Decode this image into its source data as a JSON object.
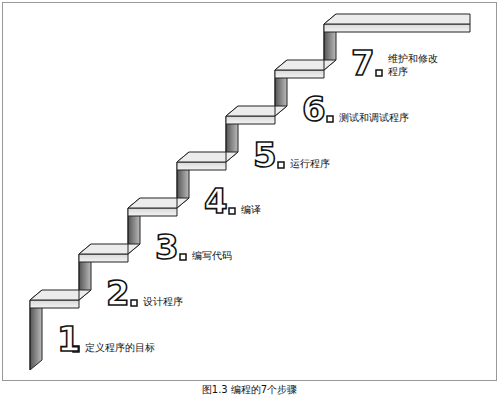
{
  "diagram": {
    "caption": "图1.3 编程的7个步骤",
    "labels": [
      "1",
      "定义程序的目标",
      "2",
      "设计程序",
      "3",
      "编写代码",
      "4",
      "编译",
      "5",
      "运行程序",
      "6",
      "测试和调试程序",
      "7",
      "维护和修改 程序"
    ]
  }
}
